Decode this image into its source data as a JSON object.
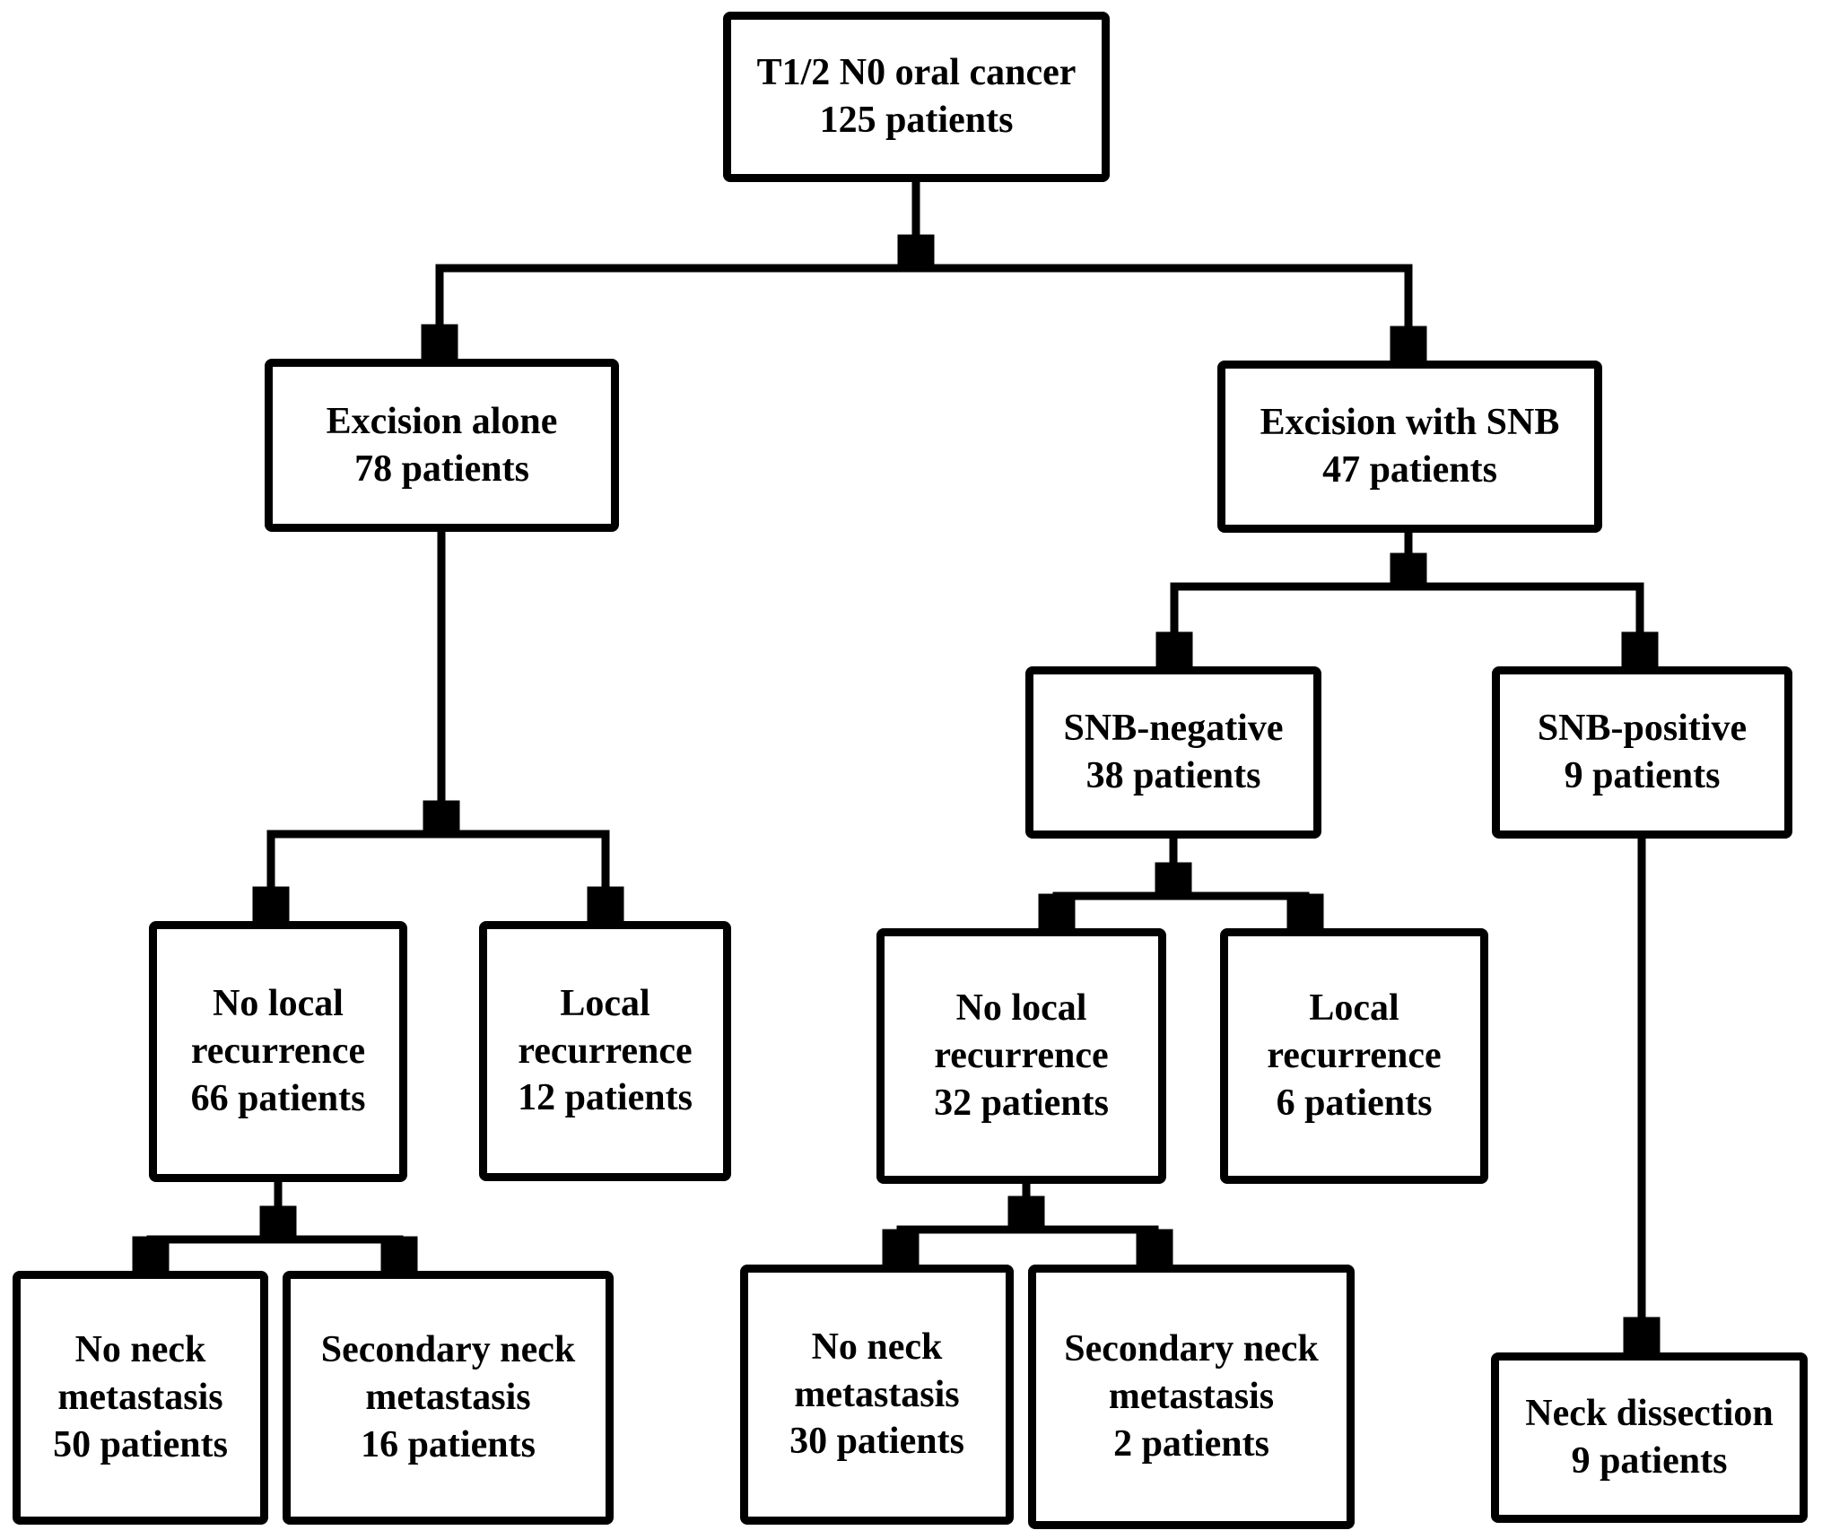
{
  "figure": {
    "type": "flowchart",
    "background_color": "#ffffff",
    "line_color": "#000000",
    "text_color": "#000000",
    "nodes": {
      "root": {
        "title": "T1/2 N0 oral cancer",
        "count": "125 patients"
      },
      "excision_alone": {
        "title": "Excision alone",
        "count": "78 patients"
      },
      "excision_snb": {
        "title": "Excision with SNB",
        "count": "47 patients"
      },
      "snb_negative": {
        "title": "SNB-negative",
        "count": "38 patients"
      },
      "snb_positive": {
        "title": "SNB-positive",
        "count": "9 patients"
      },
      "no_local_recurrence_66": {
        "title": "No local\nrecurrence",
        "count": "66 patients"
      },
      "local_recurrence_12": {
        "title": "Local\nrecurrence",
        "count": "12 patients"
      },
      "no_local_recurrence_32": {
        "title": "No local\nrecurrence",
        "count": "32 patients"
      },
      "local_recurrence_6": {
        "title": "Local\nrecurrence",
        "count": "6 patients"
      },
      "no_neck_metastasis_50": {
        "title": "No neck\nmetastasis",
        "count": "50 patients"
      },
      "secondary_neck_metastasis_16": {
        "title": "Secondary neck\nmetastasis",
        "count": "16 patients"
      },
      "no_neck_metastasis_30": {
        "title": "No neck\nmetastasis",
        "count": "30 patients"
      },
      "secondary_neck_metastasis_2": {
        "title": "Secondary neck\nmetastasis",
        "count": "2 patients"
      },
      "neck_dissection": {
        "title": "Neck dissection",
        "count": "9 patients"
      }
    },
    "edges": [
      {
        "from": "root",
        "to": "excision_alone"
      },
      {
        "from": "root",
        "to": "excision_snb"
      },
      {
        "from": "excision_alone",
        "to": "no_local_recurrence_66"
      },
      {
        "from": "excision_alone",
        "to": "local_recurrence_12"
      },
      {
        "from": "excision_snb",
        "to": "snb_negative"
      },
      {
        "from": "excision_snb",
        "to": "snb_positive"
      },
      {
        "from": "snb_negative",
        "to": "no_local_recurrence_32"
      },
      {
        "from": "snb_negative",
        "to": "local_recurrence_6"
      },
      {
        "from": "no_local_recurrence_66",
        "to": "no_neck_metastasis_50"
      },
      {
        "from": "no_local_recurrence_66",
        "to": "secondary_neck_metastasis_16"
      },
      {
        "from": "no_local_recurrence_32",
        "to": "no_neck_metastasis_30"
      },
      {
        "from": "no_local_recurrence_32",
        "to": "secondary_neck_metastasis_2"
      },
      {
        "from": "snb_positive",
        "to": "neck_dissection"
      }
    ]
  }
}
